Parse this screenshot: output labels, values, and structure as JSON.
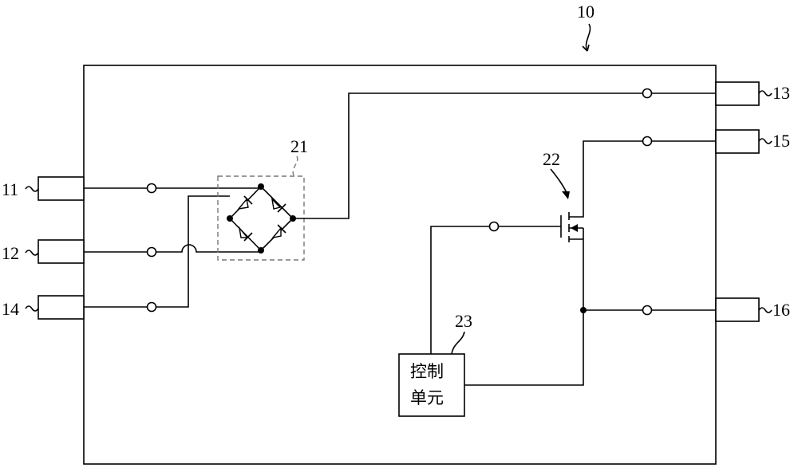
{
  "device": {
    "ref": "10"
  },
  "terminals": {
    "t11": "11",
    "t12": "12",
    "t14": "14",
    "t13": "13",
    "t15": "15",
    "t16": "16"
  },
  "bridge": {
    "ref": "21"
  },
  "transistor": {
    "ref": "22"
  },
  "control_unit": {
    "ref": "23",
    "line1": "控制",
    "line2": "单元"
  }
}
